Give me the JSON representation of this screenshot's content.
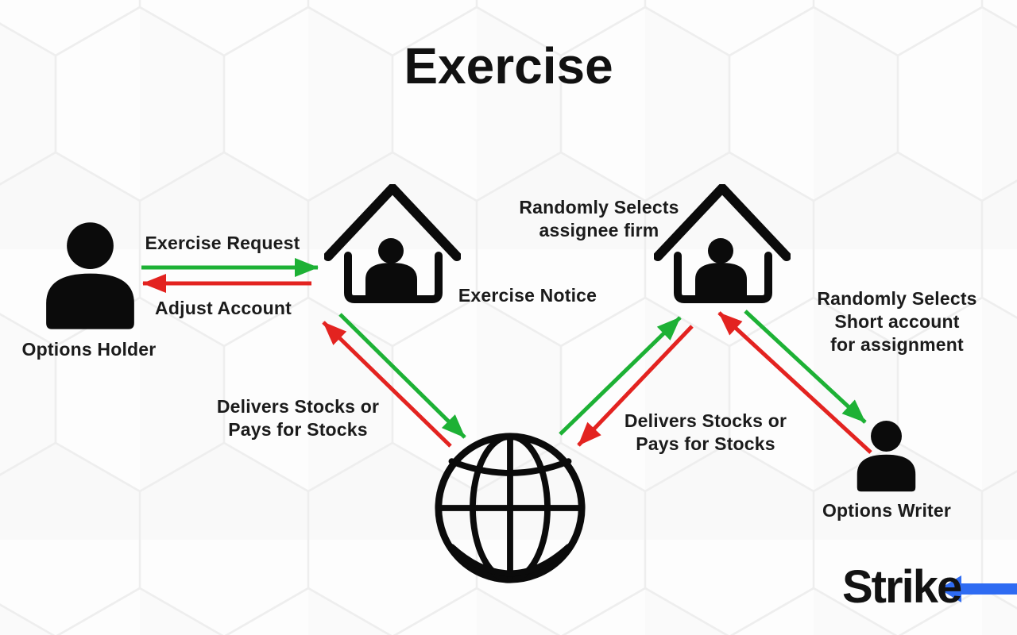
{
  "title": "Exercise",
  "diagram": {
    "holder": {
      "label": "Options Holder"
    },
    "writer": {
      "label": "Options Writer"
    },
    "flows": {
      "exercise_request": "Exercise Request",
      "adjust_account": "Adjust Account",
      "exercise_notice": "Exercise Notice",
      "assignee": {
        "line1": "Randomly Selects",
        "line2": "assignee firm"
      },
      "short_account": {
        "line1": "Randomly Selects",
        "line2": "Short account",
        "line3": "for assignment"
      },
      "delivers_left": {
        "line1": "Delivers Stocks or",
        "line2": "Pays for Stocks"
      },
      "delivers_right": {
        "line1": "Delivers Stocks or",
        "line2": "Pays for Stocks"
      }
    }
  },
  "icons": {
    "holder": "person-icon",
    "holder_firm": "house-with-person-icon",
    "assignee_firm": "house-with-person-icon",
    "clearing_corporation": "globe-icon",
    "writer": "person-icon",
    "logo_arrow": "left-arrow-icon"
  },
  "logo": {
    "stri": "Stri",
    "k": "k",
    "e": "e",
    "full": "Strike"
  },
  "colors": {
    "green": "#1db135",
    "red": "#e32320",
    "blue": "#2e6bf2",
    "ink": "#141414",
    "bg": "#fdfdfd",
    "hex_stroke": "#eeeeee"
  }
}
